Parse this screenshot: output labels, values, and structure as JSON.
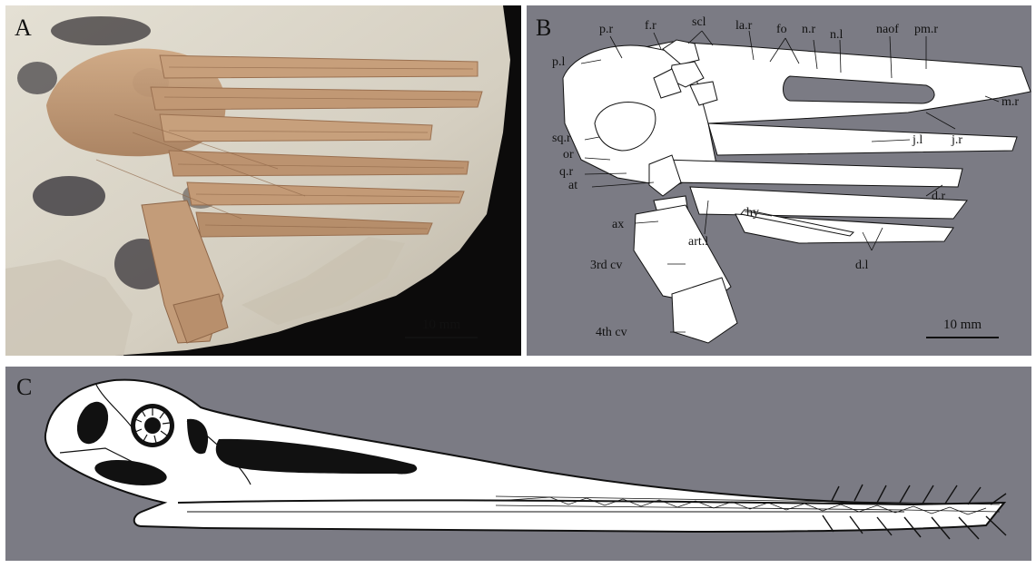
{
  "figure": {
    "panels": {
      "a": {
        "letter": "A",
        "scale_bar": "10 mm"
      },
      "b": {
        "letter": "B",
        "scale_bar": "10 mm"
      },
      "c": {
        "letter": "C"
      }
    },
    "labels": {
      "p_r": "p.r",
      "f_r": "f.r",
      "scl": "scl",
      "la_r": "la.r",
      "fo": "fo",
      "n_r": "n.r",
      "n_l": "n.l",
      "naof": "naof",
      "pm_r": "pm.r",
      "p_l": "p.l",
      "m_r": "m.r",
      "sq_r": "sq.r",
      "or": "or",
      "q_r": "q.r",
      "at": "at",
      "j_l": "j.l",
      "j_r": "j.r",
      "d_r": "d.r",
      "ax": "ax",
      "hy": "hy",
      "art_l": "art.l",
      "d_l": "d.l",
      "cv3": "3rd cv",
      "cv4": "4th cv"
    },
    "colors": {
      "panel_grey": "#7b7b84",
      "bone": "#c29a76",
      "matrix": "#d8d3c6",
      "drawing_fill": "#ffffff",
      "outline": "#111111"
    }
  }
}
